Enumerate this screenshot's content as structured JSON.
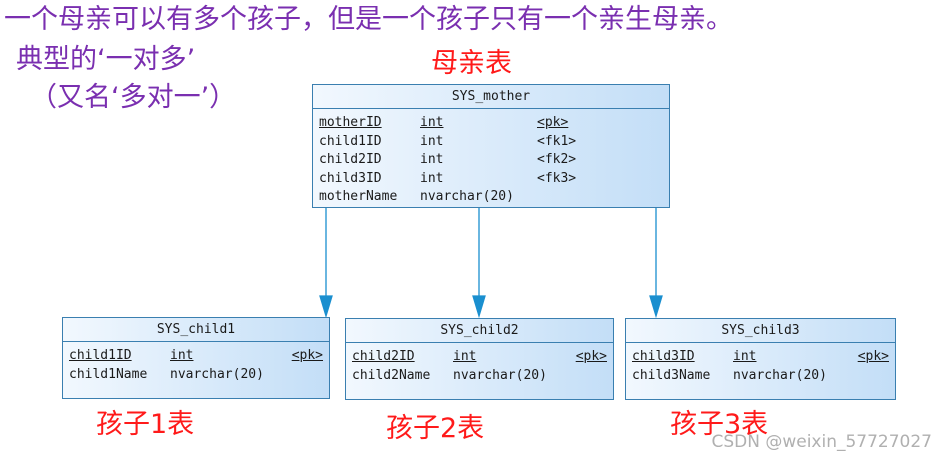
{
  "headings": {
    "line1": "一个母亲可以有多个孩子，但是一个孩子只有一个亲生母亲。",
    "line2": "典型的‘一对多’",
    "line3": "（又名‘多对一’）"
  },
  "labels": {
    "mother_table": "母亲表",
    "child1_table": "孩子1表",
    "child2_table": "孩子2表",
    "child3_table": "孩子3表"
  },
  "colors": {
    "heading": "#7a2fb0",
    "label": "#ff1a1a",
    "entity_border": "#3a7fb0",
    "connector": "#1a8fcf"
  },
  "tables": {
    "mother": {
      "name": "SYS_mother",
      "columns": [
        {
          "name": "motherID",
          "type": "int",
          "key": "<pk>",
          "is_pk": true
        },
        {
          "name": "child1ID",
          "type": "int",
          "key": "<fk1>",
          "is_pk": false
        },
        {
          "name": "child2ID",
          "type": "int",
          "key": "<fk2>",
          "is_pk": false
        },
        {
          "name": "child3ID",
          "type": "int",
          "key": "<fk3>",
          "is_pk": false
        },
        {
          "name": "motherName",
          "type": "nvarchar(20)",
          "key": "",
          "is_pk": false
        }
      ]
    },
    "child1": {
      "name": "SYS_child1",
      "columns": [
        {
          "name": "child1ID",
          "type": "int",
          "key": "<pk>",
          "is_pk": true
        },
        {
          "name": "child1Name",
          "type": "nvarchar(20)",
          "key": "",
          "is_pk": false
        }
      ]
    },
    "child2": {
      "name": "SYS_child2",
      "columns": [
        {
          "name": "child2ID",
          "type": "int",
          "key": "<pk>",
          "is_pk": true
        },
        {
          "name": "child2Name",
          "type": "nvarchar(20)",
          "key": "",
          "is_pk": false
        }
      ]
    },
    "child3": {
      "name": "SYS_child3",
      "columns": [
        {
          "name": "child3ID",
          "type": "int",
          "key": "<pk>",
          "is_pk": true
        },
        {
          "name": "child3Name",
          "type": "nvarchar(20)",
          "key": "",
          "is_pk": false
        }
      ]
    }
  },
  "watermark": "CSDN @weixin_57727027"
}
